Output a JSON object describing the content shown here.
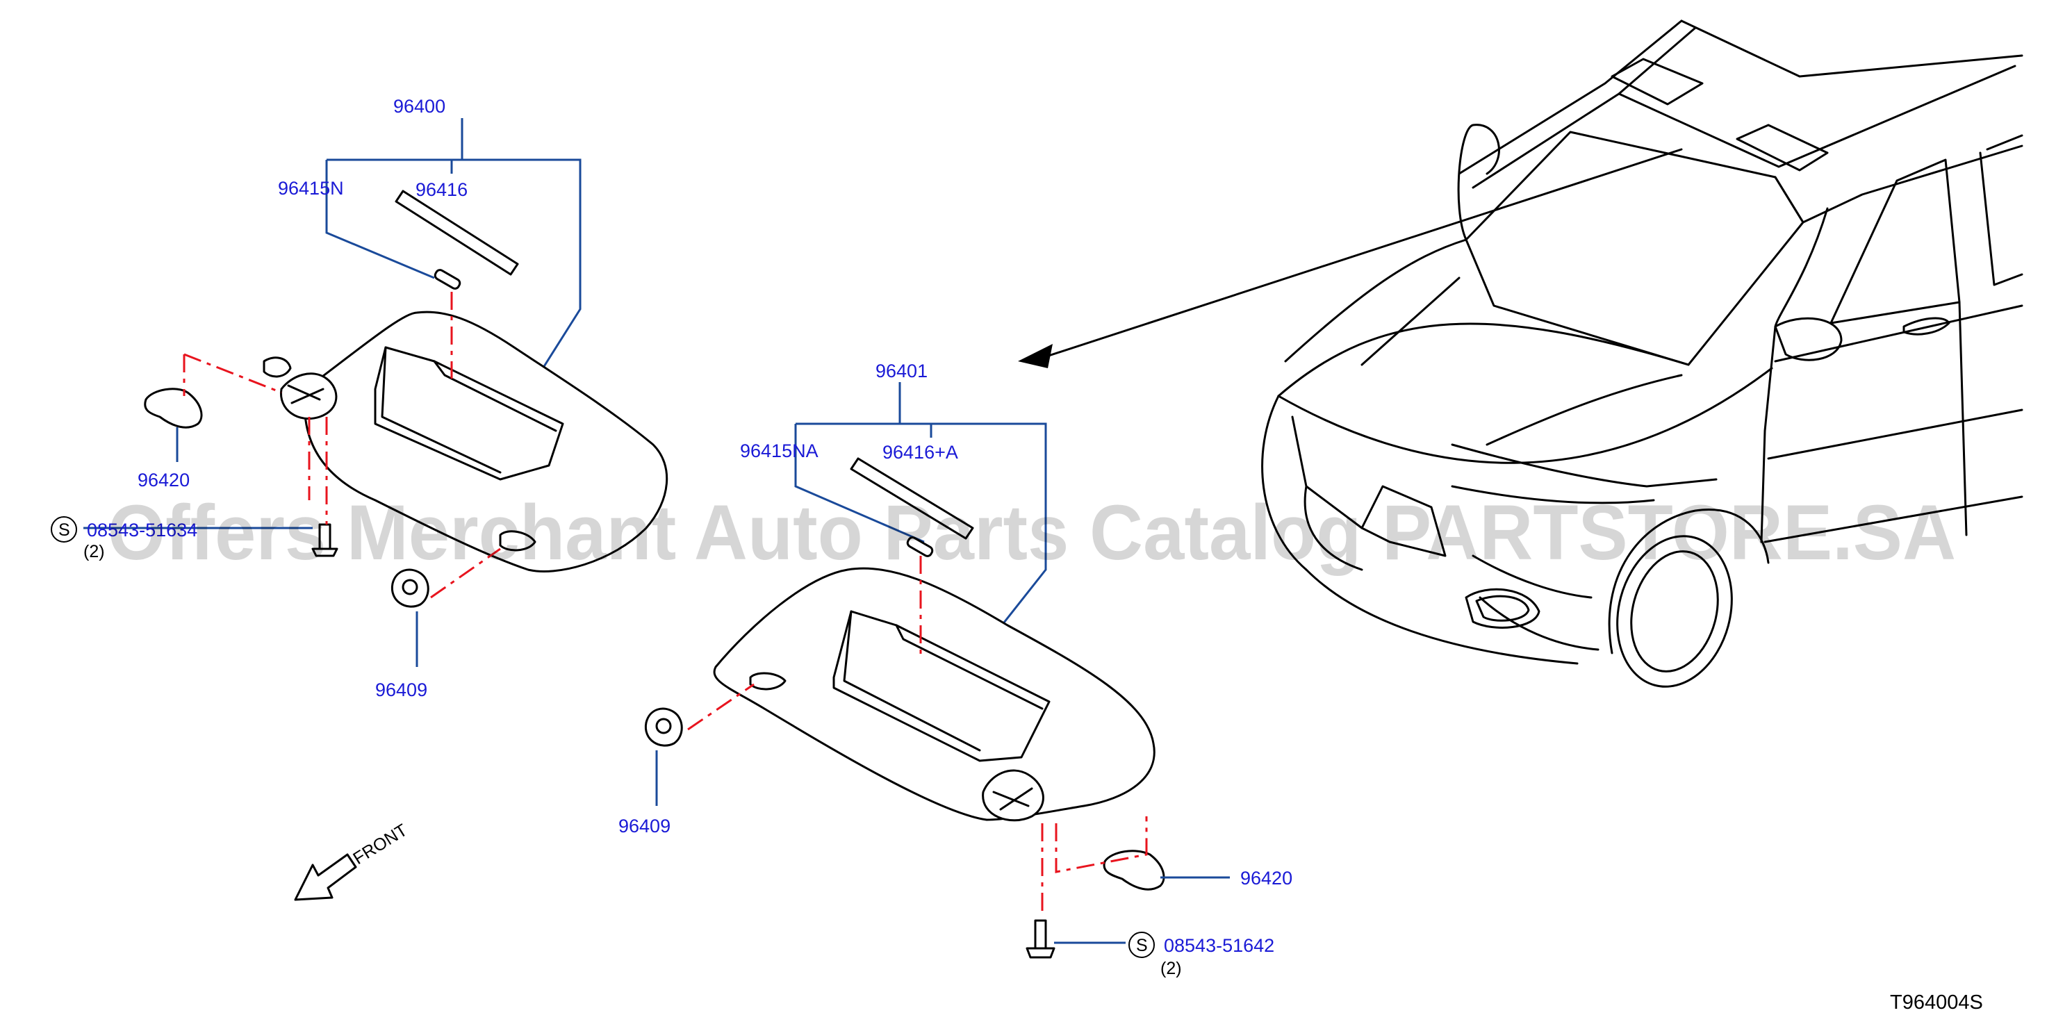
{
  "diagram_code": "T964004S",
  "watermark": "Offers Merchant Auto Parts Catalog PARTSTORE.SA",
  "front_label": "FRONT",
  "standard_symbol": "S",
  "left_assembly": {
    "assembly": "96400",
    "holder": "96415N",
    "sticker": "96416",
    "cover": "96420",
    "clip": "96409",
    "screw": "08543-51634",
    "screw_qty": "(2)"
  },
  "right_assembly": {
    "assembly": "96401",
    "holder": "96415NA",
    "sticker": "96416+A",
    "cover": "96420",
    "clip": "96409",
    "screw": "08543-51642",
    "screw_qty": "(2)"
  }
}
